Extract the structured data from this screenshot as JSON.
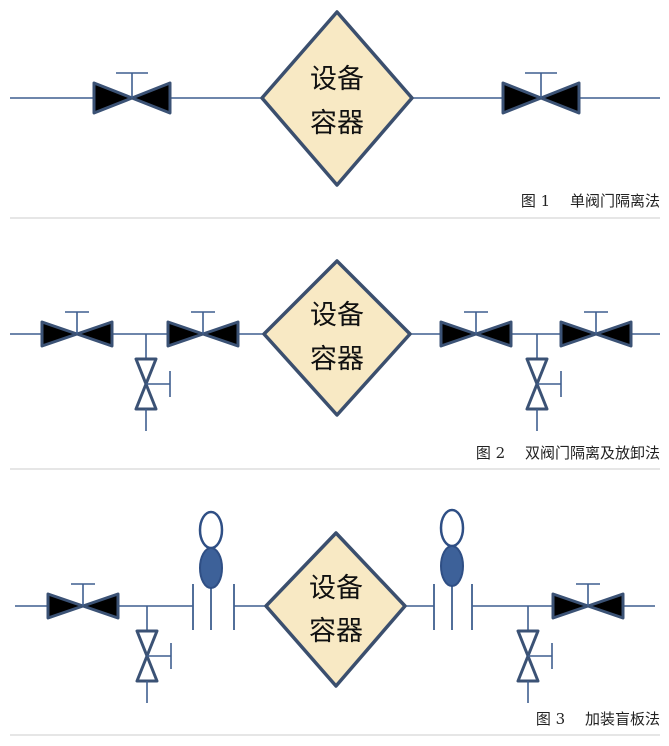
{
  "vessel": {
    "line1": "设备",
    "line2": "容器"
  },
  "figures": [
    {
      "caption": "图 1　 单阀门隔离法"
    },
    {
      "caption": "图 2　 双阀门隔离及放卸法"
    },
    {
      "caption": "图 3　 加装盲板法"
    }
  ],
  "colors": {
    "pipe": "#3f5f8f",
    "vessel_fill": "#f8e9c4",
    "blind_fill": "#3d6199"
  }
}
